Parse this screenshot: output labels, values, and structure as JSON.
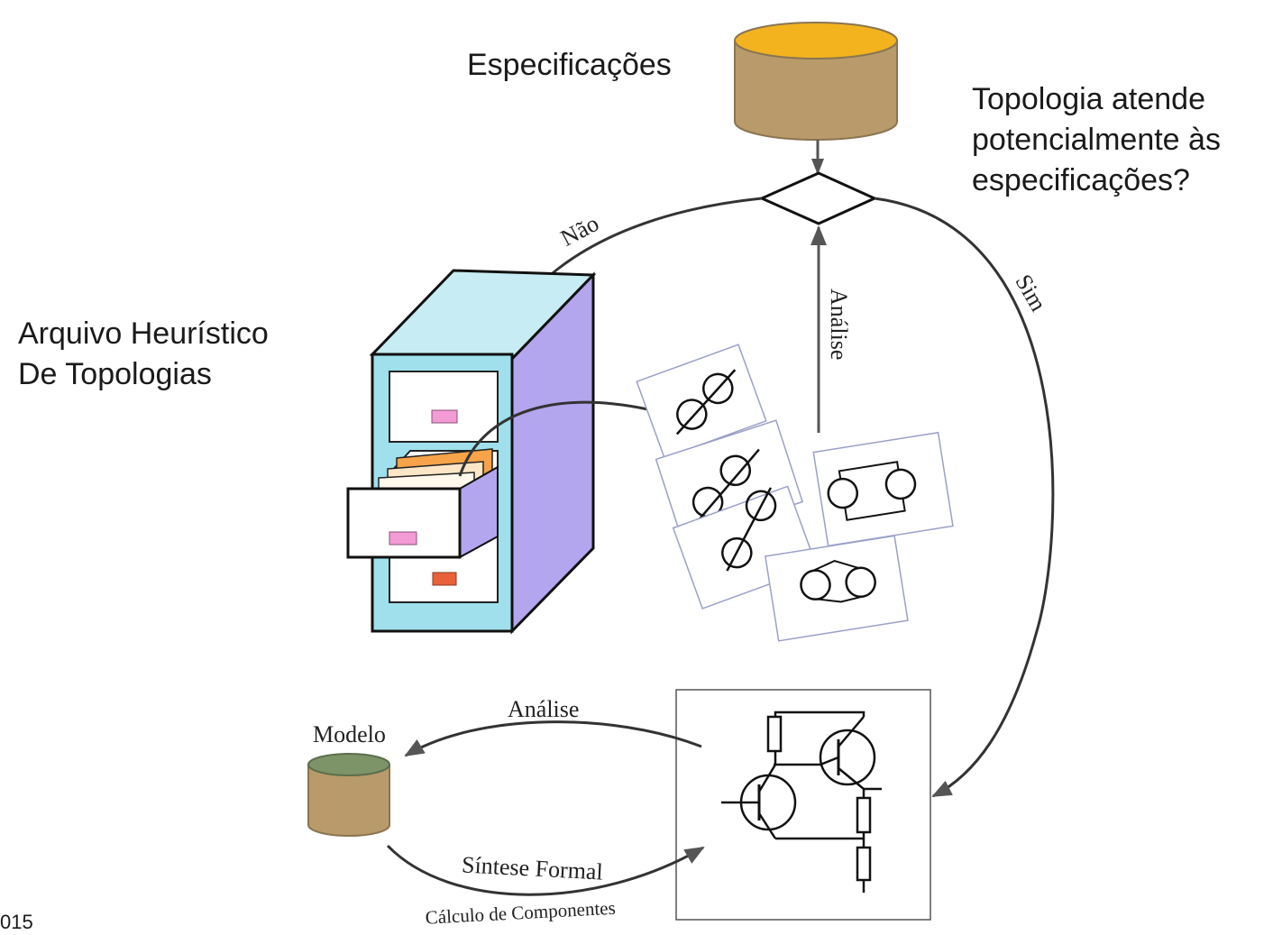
{
  "labels": {
    "specs": "Especificações",
    "question_line1": "Topologia atende",
    "question_line2": "potencialmente às",
    "question_line3": "especificações?",
    "archive_line1": "Arquivo Heurístico",
    "archive_line2": "De Topologias",
    "footer_fragment": "015"
  },
  "edges": {
    "no": "Não",
    "yes": "Sim",
    "analysis_up": "Análise",
    "analysis_model": "Análise",
    "synthesis": "Síntese Formal",
    "components": "Cálculo de Componentes"
  },
  "model_label": "Modelo",
  "colors": {
    "db_body": "#b99a6a",
    "db_top_specs": "#f2b31f",
    "db_top_model": "#7d9469",
    "cabinet_front": "#9fe0ec",
    "cabinet_side": "#b3a6ee",
    "arrow": "#555555"
  }
}
